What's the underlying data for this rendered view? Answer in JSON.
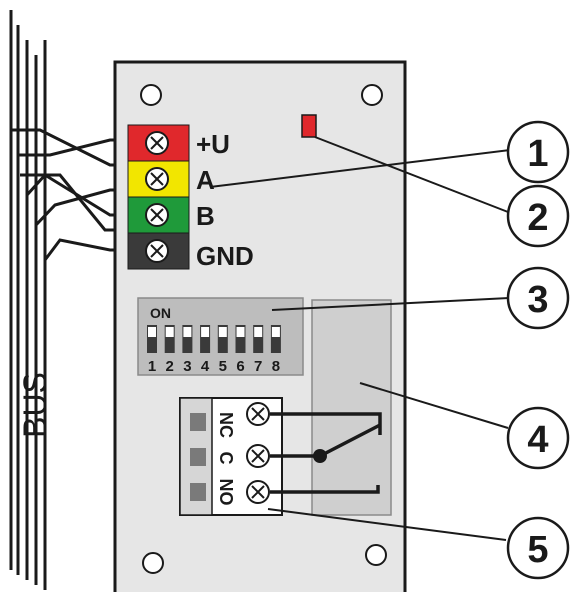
{
  "terminals": [
    {
      "label": "+U",
      "color": "#e0282c"
    },
    {
      "label": "A",
      "color": "#f2e600"
    },
    {
      "label": "B",
      "color": "#1f9a3a"
    },
    {
      "label": "GND",
      "color": "#3a3a3a"
    }
  ],
  "bus_label": "BUS",
  "dip_switch": {
    "on_label": "ON",
    "numbers": [
      "1",
      "2",
      "3",
      "4",
      "5",
      "6",
      "7",
      "8"
    ]
  },
  "relay_terminals": [
    "NC",
    "C",
    "NO"
  ],
  "callouts": [
    "1",
    "2",
    "3",
    "4",
    "5"
  ],
  "colors": {
    "board": "#e6e6e6",
    "led": "#e0282c",
    "dip_body": "#bdbdbd",
    "relay_area": "#cfcfcf"
  }
}
